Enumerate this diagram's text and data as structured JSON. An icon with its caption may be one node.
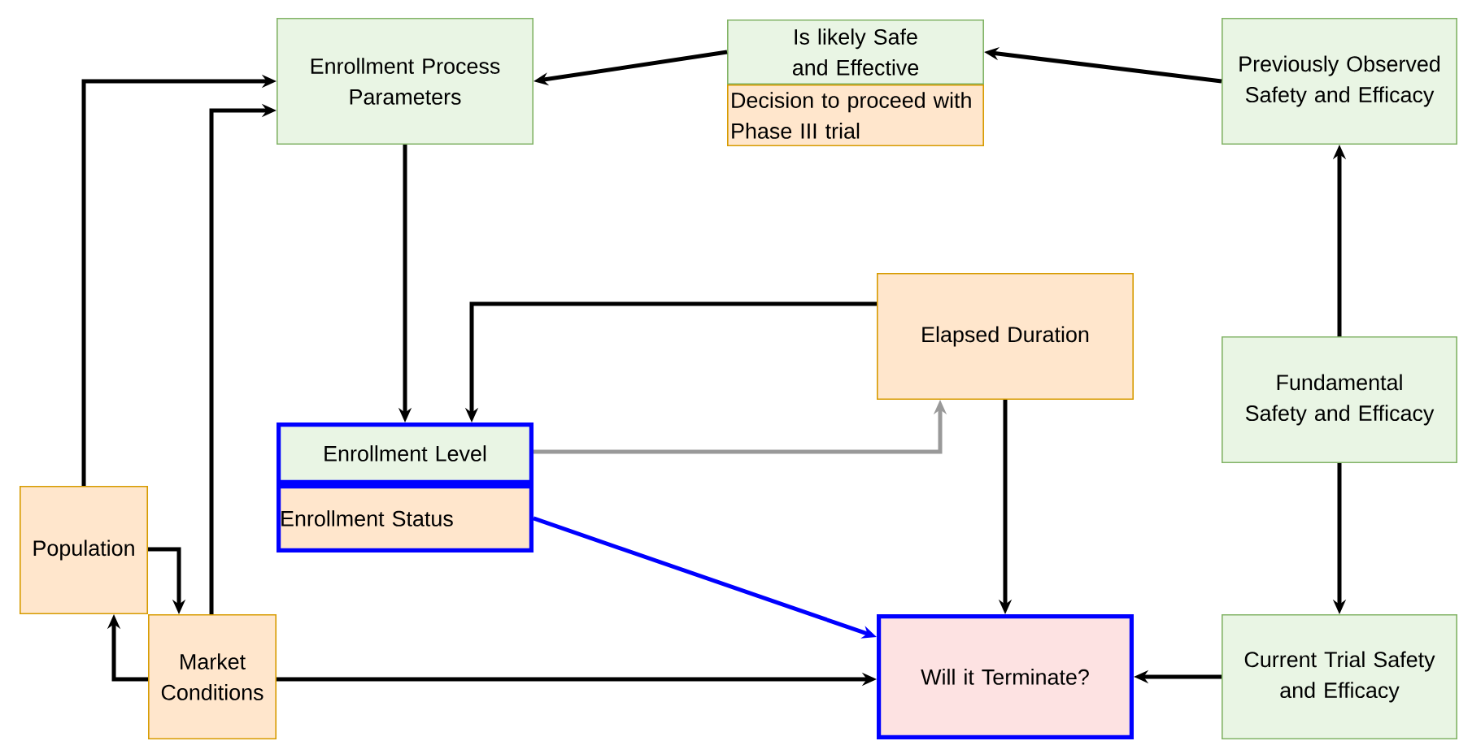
{
  "diagram": {
    "nodes": [
      {
        "text": [
          "Enrollment Process Parameters"
        ]
      },
      {
        "text": [
          "Is likely Safe and Effective"
        ]
      },
      {
        "text": [
          "Decision to proceed with Phase III trial"
        ]
      },
      {
        "text": [
          "Previously Observed Safety and Efficacy"
        ]
      },
      {
        "text": [
          "Elapsed Duration"
        ]
      },
      {
        "text": [
          "Enrollment Level"
        ]
      },
      {
        "text": [
          "Enrollment Status"
        ]
      },
      {
        "text": [
          "Fundamental Safety and Efficacy"
        ]
      },
      {
        "text": [
          "Population"
        ]
      },
      {
        "text": [
          "Market Conditions"
        ]
      },
      {
        "text": [
          "Will it Terminate?"
        ]
      },
      {
        "text": [
          "Current Trial Safety and Efficacy"
        ]
      }
    ],
    "edges": [
      {
        "from": 1,
        "to": 0,
        "arrow": "to"
      },
      {
        "from": 3,
        "to": 1,
        "arrow": "to"
      },
      {
        "from": 7,
        "to": 3,
        "arrow": "to"
      },
      {
        "from": 7,
        "to": 11,
        "arrow": "to"
      },
      {
        "from": 0,
        "to": 5,
        "arrow": "to"
      },
      {
        "from": 4,
        "to": 5,
        "arrow": "to"
      },
      {
        "from": 5,
        "to": 4,
        "arrow": "to",
        "color": "#999999"
      },
      {
        "from": 6,
        "to": 10,
        "arrow": "to",
        "color": "#0000ff"
      },
      {
        "from": 4,
        "to": 10,
        "arrow": "to"
      },
      {
        "from": 11,
        "to": 10,
        "arrow": "to"
      },
      {
        "from": 9,
        "to": 10,
        "arrow": "to"
      },
      {
        "from": 8,
        "to": 0,
        "arrow": "to"
      },
      {
        "from": 9,
        "to": 0,
        "arrow": "to"
      },
      {
        "from": 8,
        "to": 9,
        "arrow": "to"
      },
      {
        "from": 9,
        "to": 8,
        "arrow": "to"
      }
    ]
  }
}
